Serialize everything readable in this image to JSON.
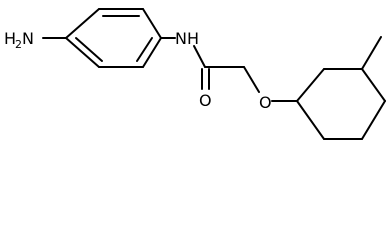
{
  "molecule": {
    "labels": {
      "amino_main": "H",
      "amino_sub": "2",
      "amino_n": "N",
      "amide_nh": "NH",
      "carbonyl_o": "O",
      "ether_o": "O"
    },
    "colors": {
      "bond": "#000000",
      "text": "#000000",
      "background": "#ffffff"
    }
  }
}
